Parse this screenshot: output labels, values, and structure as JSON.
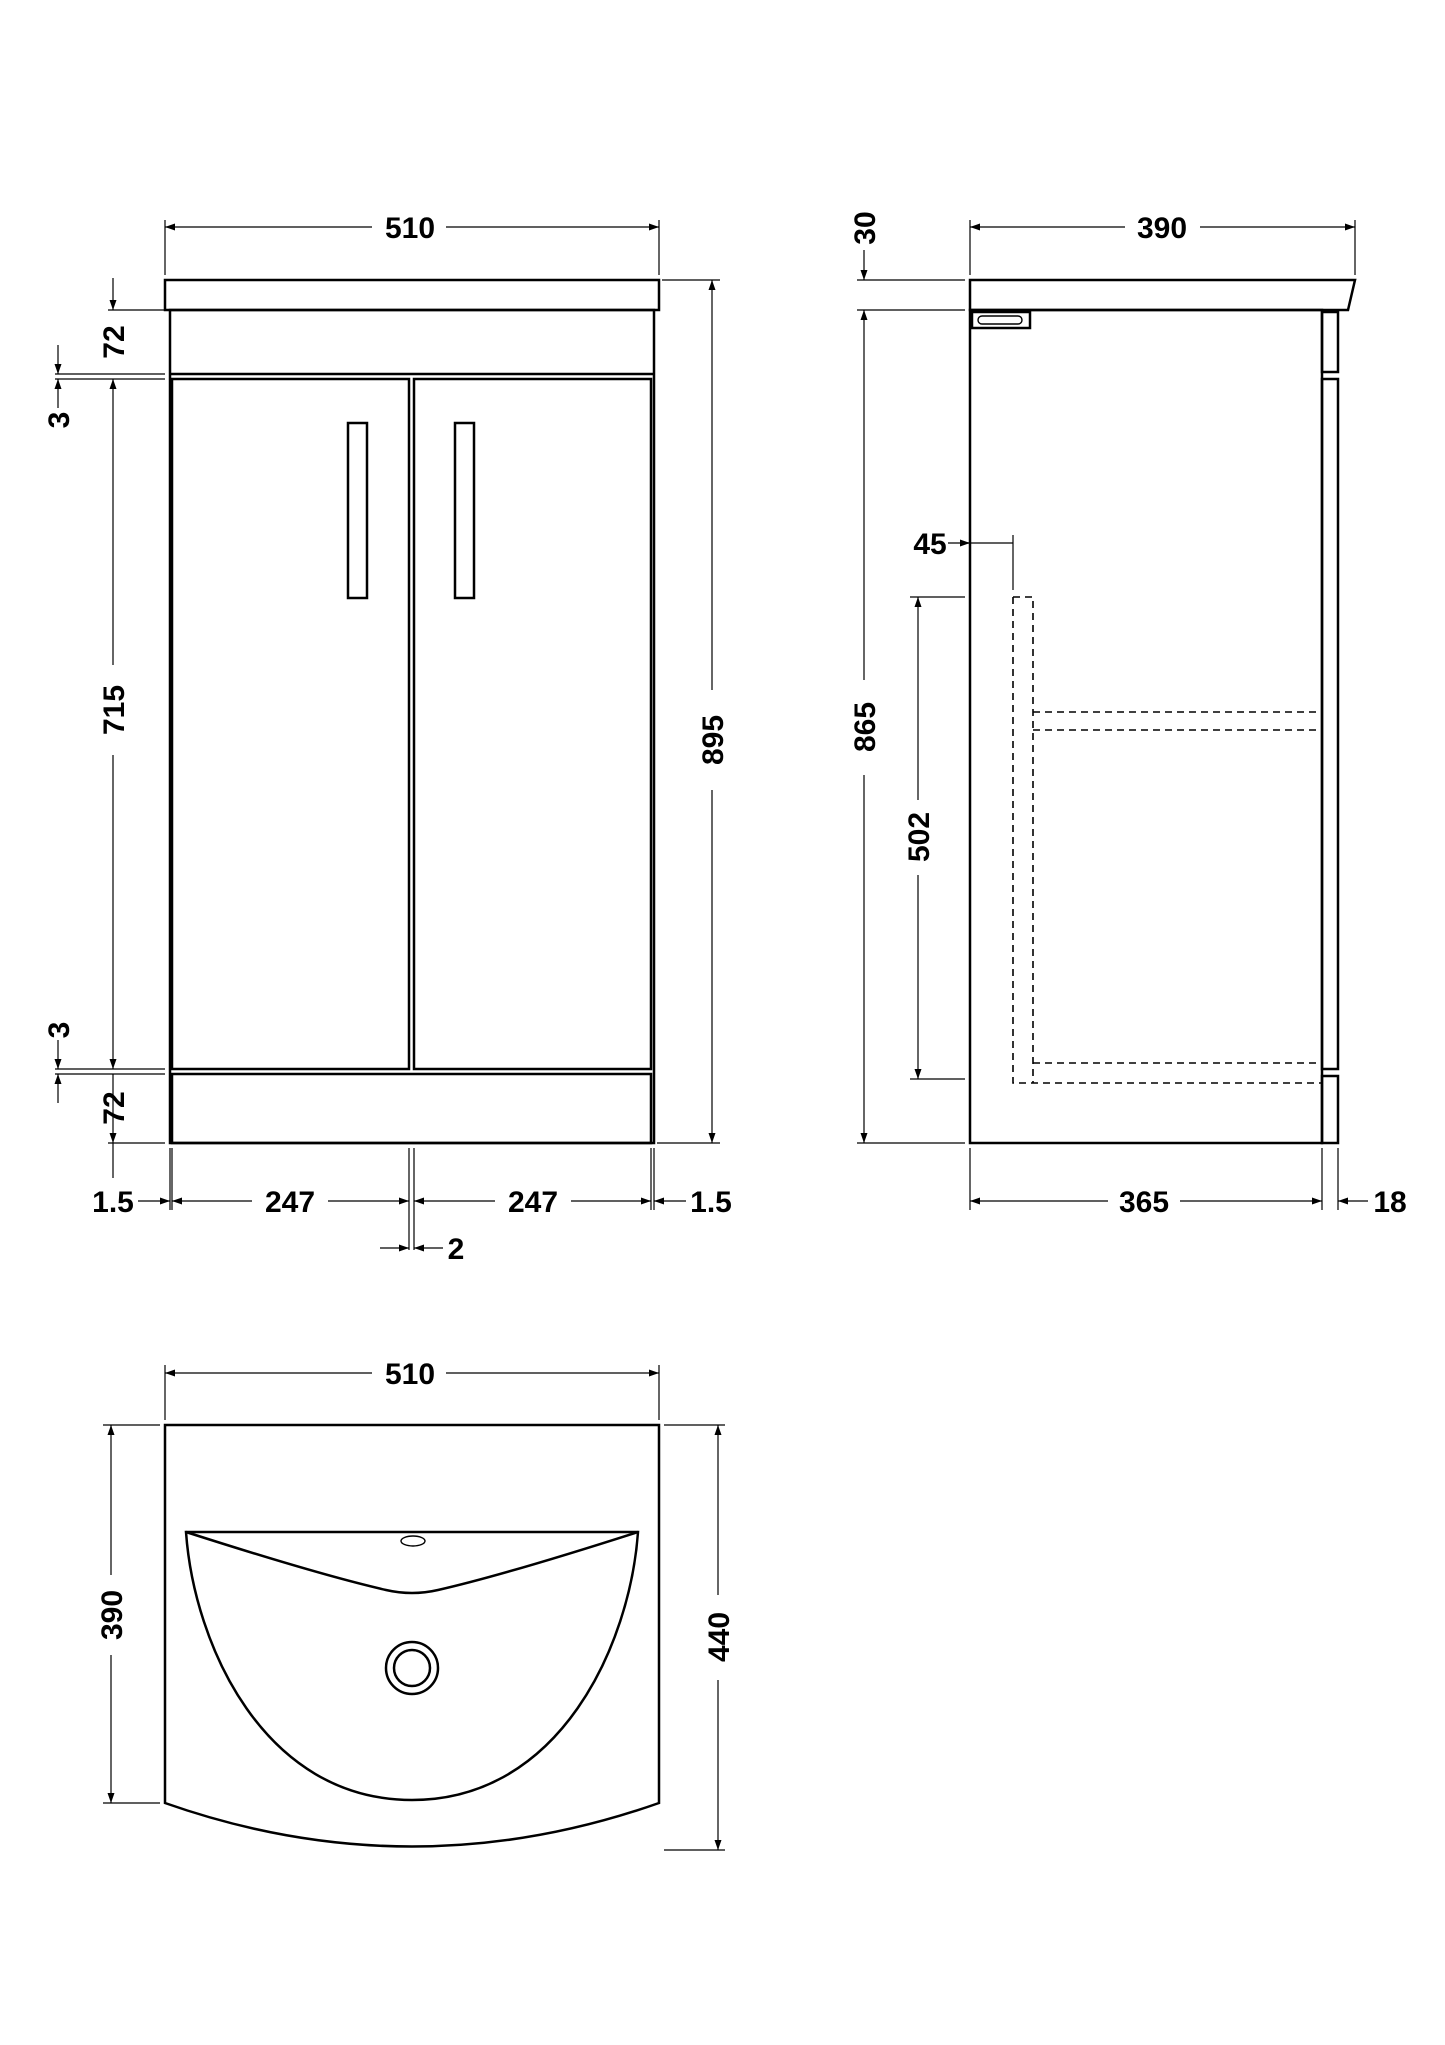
{
  "front_view": {
    "overall_width": "510",
    "top_thickness_right": "72",
    "gap_top": "3",
    "door_height": "715",
    "gap_bottom": "3",
    "plinth_height": "72",
    "overall_height": "895",
    "side_gap_left": "1.5",
    "door_width_left": "247",
    "door_width_right": "247",
    "side_gap_right": "1.5",
    "center_gap": "2"
  },
  "side_view": {
    "top_thickness": "30",
    "overall_depth": "390",
    "overflow_offset": "45",
    "carcass_height": "865",
    "inner_height": "502",
    "body_depth": "365",
    "door_thickness": "18"
  },
  "plan_view": {
    "overall_width": "510",
    "side_depth": "390",
    "center_depth": "440"
  },
  "colors": {
    "line": "#000000",
    "background": "#ffffff"
  }
}
